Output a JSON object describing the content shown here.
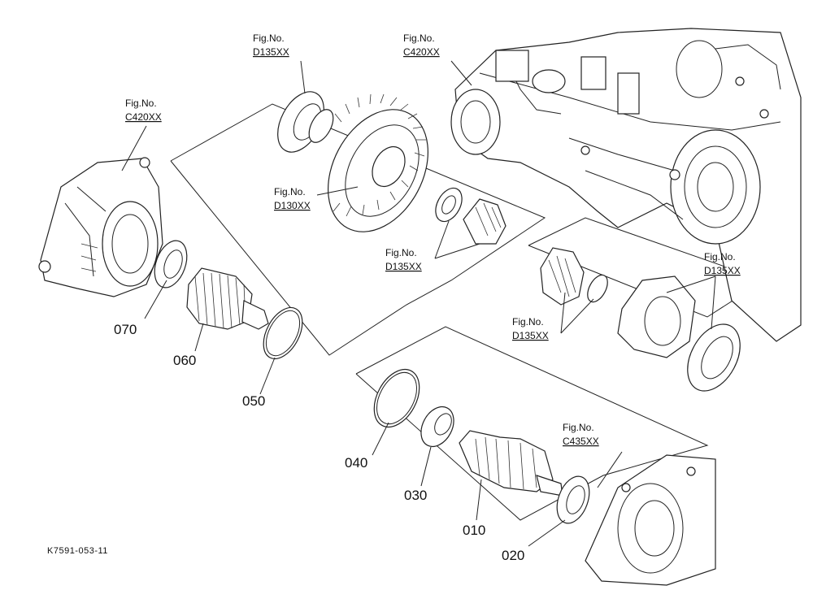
{
  "figure_refs": {
    "top_left": {
      "label": "Fig.No.",
      "code": "C420XX"
    },
    "top_center": {
      "label": "Fig.No.",
      "code": "D135XX"
    },
    "top_right": {
      "label": "Fig.No.",
      "code": "C420XX"
    },
    "gear_ring": {
      "label": "Fig.No.",
      "code": "D130XX"
    },
    "pinion_mid": {
      "label": "Fig.No.",
      "code": "D135XX"
    },
    "right_case": {
      "label": "Fig.No.",
      "code": "D135XX"
    },
    "diff_side": {
      "label": "Fig.No.",
      "code": "D135XX"
    },
    "bottom_case": {
      "label": "Fig.No.",
      "code": "C435XX"
    }
  },
  "part_numbers": {
    "p070": "070",
    "p060": "060",
    "p050": "050",
    "p040": "040",
    "p030": "030",
    "p010": "010",
    "p020": "020"
  },
  "drawing_code": "K7591-053-11"
}
